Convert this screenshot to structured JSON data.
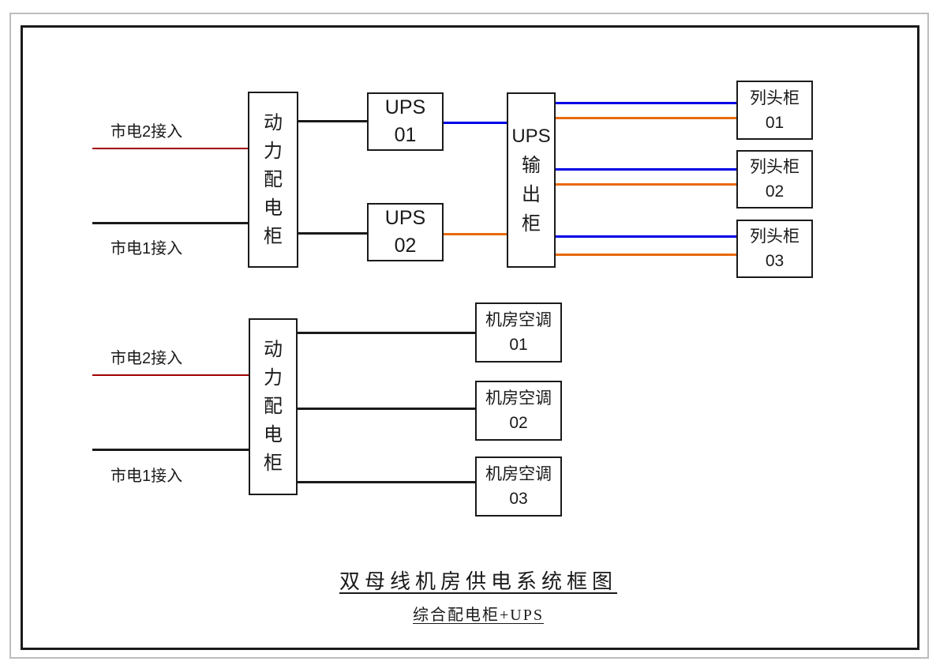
{
  "title_block": {
    "title": "双母线机房供电系统框图",
    "subtitle": "综合配电柜+UPS"
  },
  "colors": {
    "mains2_line": "#a00000",
    "mains1_line": "#1a1a1a",
    "black_line": "#1a1a1a",
    "busbar_a_line": "#0000e6",
    "busbar_b_line": "#e8690b",
    "box_border": "#1a1a1a",
    "outer_frame": "#bdbdbd"
  },
  "ups_section": {
    "mains2_label": "市电2接入",
    "mains1_label": "市电1接入",
    "power_cabinet": "动力配电柜",
    "ups_units": [
      {
        "name": "UPS",
        "number": "01"
      },
      {
        "name": "UPS",
        "number": "02"
      }
    ],
    "output_cabinet": {
      "line1": "UPS",
      "rest": "输出柜"
    },
    "row_cabinets": [
      {
        "name": "列头柜",
        "number": "01"
      },
      {
        "name": "列头柜",
        "number": "02"
      },
      {
        "name": "列头柜",
        "number": "03"
      }
    ]
  },
  "hvac_section": {
    "mains2_label": "市电2接入",
    "mains1_label": "市电1接入",
    "power_cabinet": "动力配电柜",
    "ac_units": [
      {
        "name": "机房空调",
        "number": "01"
      },
      {
        "name": "机房空调",
        "number": "02"
      },
      {
        "name": "机房空调",
        "number": "03"
      }
    ]
  }
}
